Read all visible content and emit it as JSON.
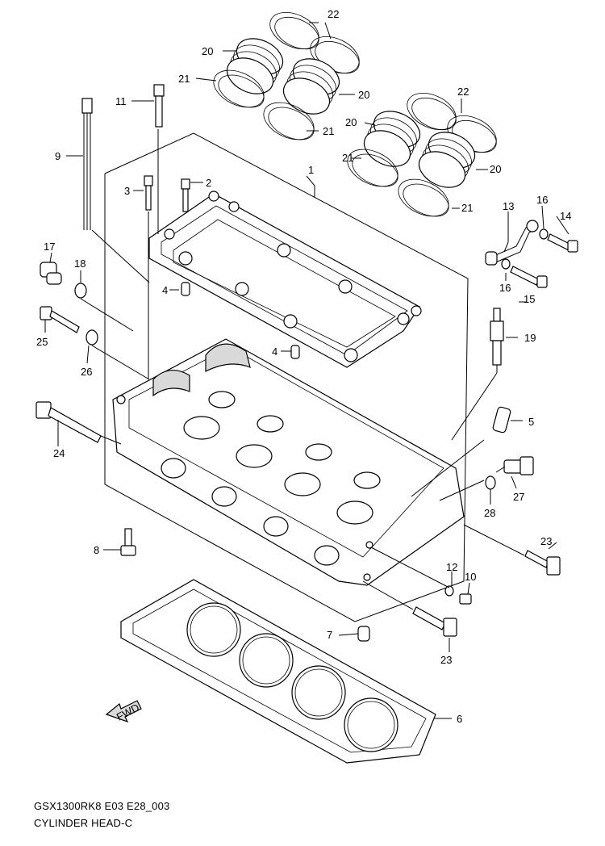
{
  "caption": {
    "model_code": "GSX1300RK8 E03 E28_003",
    "title": "CYLINDER HEAD-C"
  },
  "fwd_label": "FWD",
  "callouts": {
    "c1": "1",
    "c2": "2",
    "c3": "3",
    "c4a": "4",
    "c4b": "4",
    "c5": "5",
    "c6": "6",
    "c7": "7",
    "c8": "8",
    "c9": "9",
    "c10": "10",
    "c11": "11",
    "c12": "12",
    "c13": "13",
    "c14": "14",
    "c15": "15",
    "c16a": "16",
    "c16b": "16",
    "c17": "17",
    "c18": "18",
    "c19": "19",
    "c20a": "20",
    "c20b": "20",
    "c20c": "20",
    "c20d": "20",
    "c21a": "21",
    "c21b": "21",
    "c21c": "21",
    "c21d": "21",
    "c22a": "22",
    "c22b": "22",
    "c23a": "23",
    "c23b": "23",
    "c24": "24",
    "c25": "25",
    "c26": "26",
    "c27": "27",
    "c28": "28"
  }
}
